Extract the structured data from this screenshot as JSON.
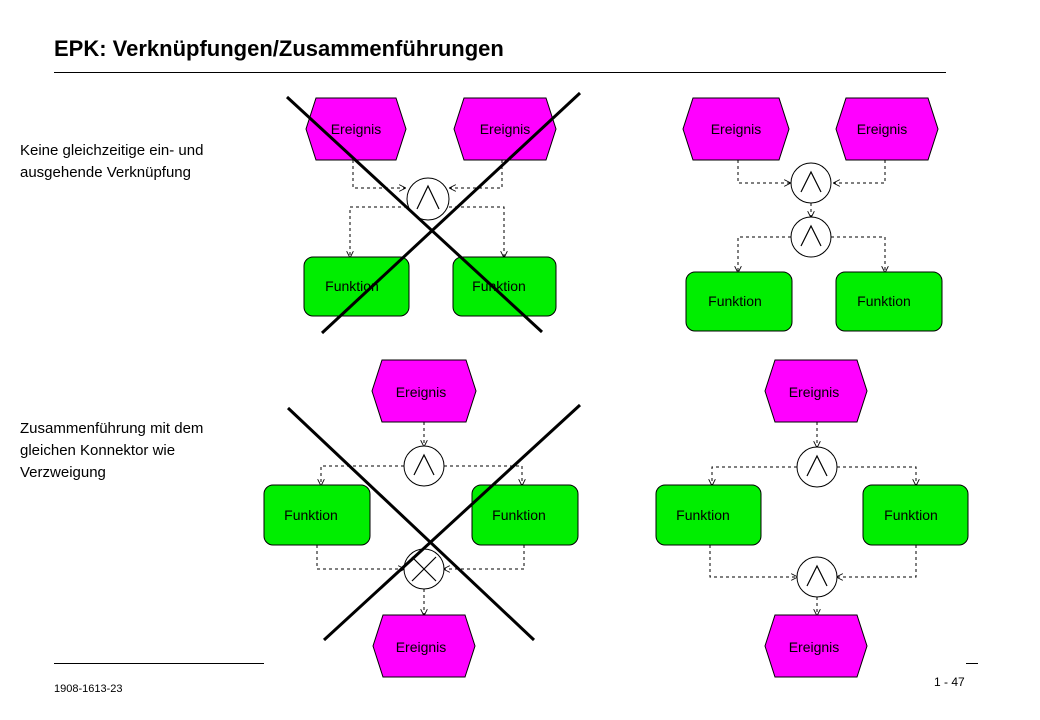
{
  "slide": {
    "title": "EPK: Verknüpfungen/Zusammenführungen",
    "caption_row1": "Keine gleichzeitige ein- und ausgehende Verknüpfung",
    "caption_row2": "Zusammenführung mit dem gleichen Konnektor wie Verzweigung",
    "footer_id": "1908-1613-23",
    "page_number": "1 - 47"
  },
  "labels": {
    "event": "Ereignis",
    "function": "Funktion"
  },
  "colors": {
    "event_fill": "#ff00ff",
    "function_fill": "#00ee00"
  },
  "diagrams": [
    {
      "name": "incoming-outgoing-and",
      "connector": "and",
      "crossed_out": true
    },
    {
      "name": "separate-join-split-and",
      "connector": "and",
      "crossed_out": false
    },
    {
      "name": "split-and-join-xor",
      "split_connector": "and",
      "join_connector": "xor",
      "crossed_out": true
    },
    {
      "name": "split-and-join-and",
      "split_connector": "and",
      "join_connector": "and",
      "crossed_out": false
    }
  ]
}
